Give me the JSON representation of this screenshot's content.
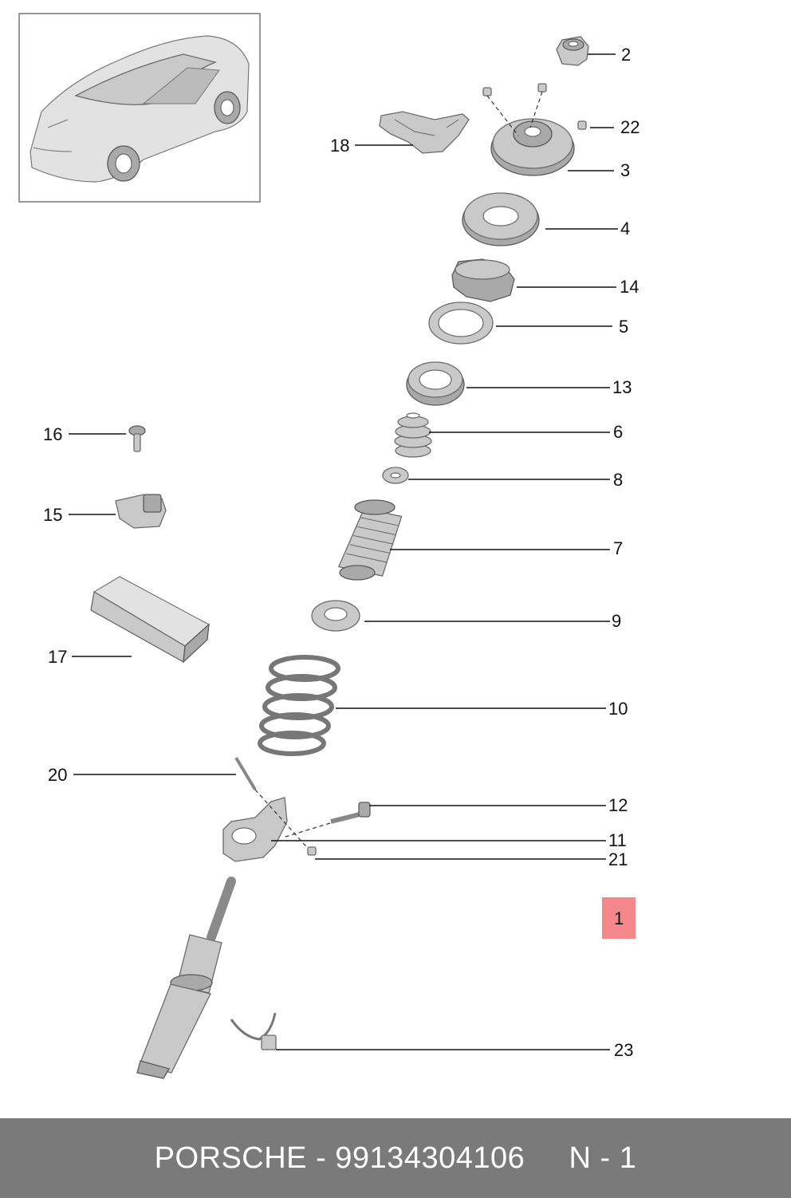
{
  "callouts": {
    "c1": "1",
    "c2": "2",
    "c3": "3",
    "c4": "4",
    "c5": "5",
    "c6": "6",
    "c7": "7",
    "c8": "8",
    "c9": "9",
    "c10": "10",
    "c11": "11",
    "c12": "12",
    "c13": "13",
    "c14": "14",
    "c15": "15",
    "c16": "16",
    "c17": "17",
    "c18": "18",
    "c20": "20",
    "c21": "21",
    "c22": "22",
    "c23": "23"
  },
  "highlight_color": "#f4878a",
  "footer": {
    "text": "PORSCHE - 99134304106     N - 1"
  }
}
